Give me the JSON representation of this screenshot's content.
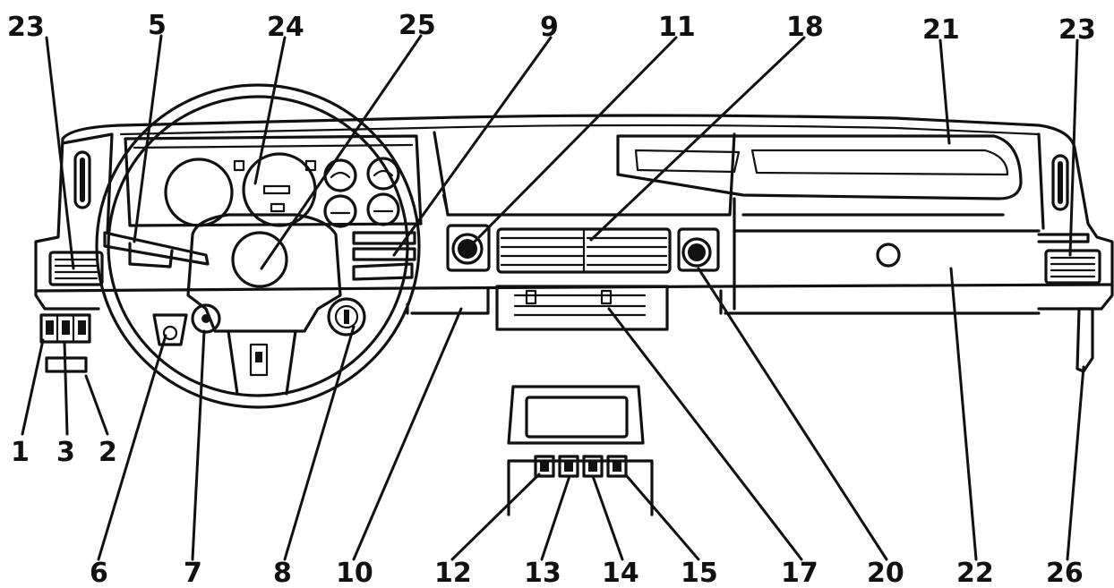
{
  "callouts": [
    {
      "id": "23a",
      "label": "23"
    },
    {
      "id": "5",
      "label": "5"
    },
    {
      "id": "24",
      "label": "24"
    },
    {
      "id": "25",
      "label": "25"
    },
    {
      "id": "9",
      "label": "9"
    },
    {
      "id": "11",
      "label": "11"
    },
    {
      "id": "18",
      "label": "18"
    },
    {
      "id": "21",
      "label": "21"
    },
    {
      "id": "23b",
      "label": "23"
    },
    {
      "id": "1",
      "label": "1"
    },
    {
      "id": "3",
      "label": "3"
    },
    {
      "id": "2",
      "label": "2"
    },
    {
      "id": "6",
      "label": "6"
    },
    {
      "id": "7",
      "label": "7"
    },
    {
      "id": "8",
      "label": "8"
    },
    {
      "id": "10",
      "label": "10"
    },
    {
      "id": "12",
      "label": "12"
    },
    {
      "id": "13",
      "label": "13"
    },
    {
      "id": "14",
      "label": "14"
    },
    {
      "id": "15",
      "label": "15"
    },
    {
      "id": "17",
      "label": "17"
    },
    {
      "id": "20",
      "label": "20"
    },
    {
      "id": "22",
      "label": "22"
    },
    {
      "id": "26",
      "label": "26"
    }
  ]
}
